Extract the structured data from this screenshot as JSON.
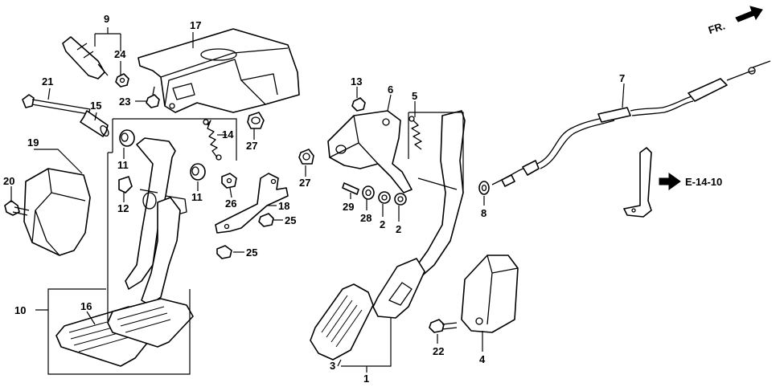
{
  "callouts": {
    "c1": "1",
    "c2a": "2",
    "c2b": "2",
    "c3": "3",
    "c4": "4",
    "c5": "5",
    "c6": "6",
    "c7": "7",
    "c8": "8",
    "c9": "9",
    "c10": "10",
    "c11a": "11",
    "c11b": "11",
    "c12": "12",
    "c13": "13",
    "c14": "14",
    "c15": "15",
    "c16": "16",
    "c17": "17",
    "c18": "18",
    "c19": "19",
    "c20": "20",
    "c21": "21",
    "c22": "22",
    "c23": "23",
    "c24": "24",
    "c25a": "25",
    "c25b": "25",
    "c26": "26",
    "c27a": "27",
    "c27b": "27",
    "c28": "28",
    "c29": "29"
  },
  "direction": {
    "label": "FR."
  },
  "reference": {
    "label": "E-14-10"
  }
}
